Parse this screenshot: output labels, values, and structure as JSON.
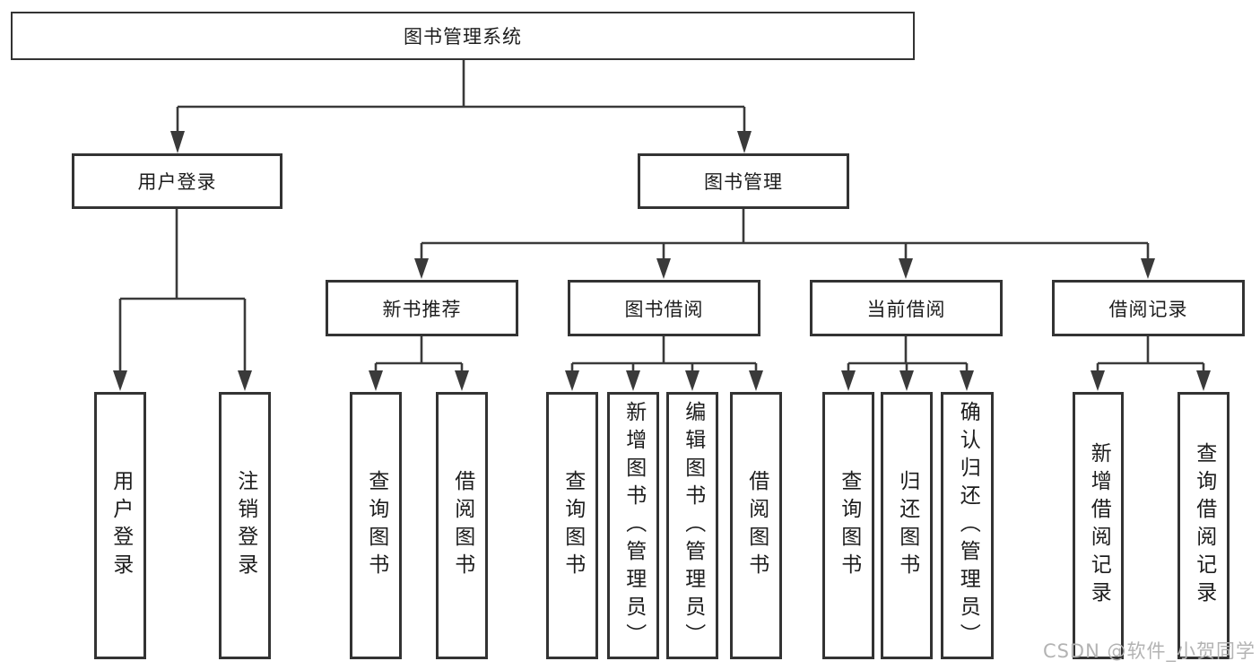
{
  "tree": {
    "label": "图书管理系统",
    "children": [
      {
        "label": "用户登录",
        "children": [
          {
            "label": "用户登录"
          },
          {
            "label": "注销登录"
          }
        ]
      },
      {
        "label": "图书管理",
        "children": [
          {
            "label": "新书推荐",
            "children": [
              {
                "label": "查询图书"
              },
              {
                "label": "借阅图书"
              }
            ]
          },
          {
            "label": "图书借阅",
            "children": [
              {
                "label": "查询图书"
              },
              {
                "label": "新增图书（管理员）"
              },
              {
                "label": "编辑图书（管理员）"
              },
              {
                "label": "借阅图书"
              }
            ]
          },
          {
            "label": "当前借阅",
            "children": [
              {
                "label": "查询图书"
              },
              {
                "label": "归还图书"
              },
              {
                "label": "确认归还（管理员）"
              }
            ]
          },
          {
            "label": "借阅记录",
            "children": [
              {
                "label": "新增借阅记录"
              },
              {
                "label": "查询借阅记录"
              }
            ]
          }
        ]
      }
    ]
  },
  "watermark": "CSDN @软件_小贺同学",
  "colors": {
    "line": "#3a3a3a",
    "border": "#333333",
    "text": "#1d1d1d",
    "watermark": "#b3b3b3",
    "background": "#ffffff"
  }
}
